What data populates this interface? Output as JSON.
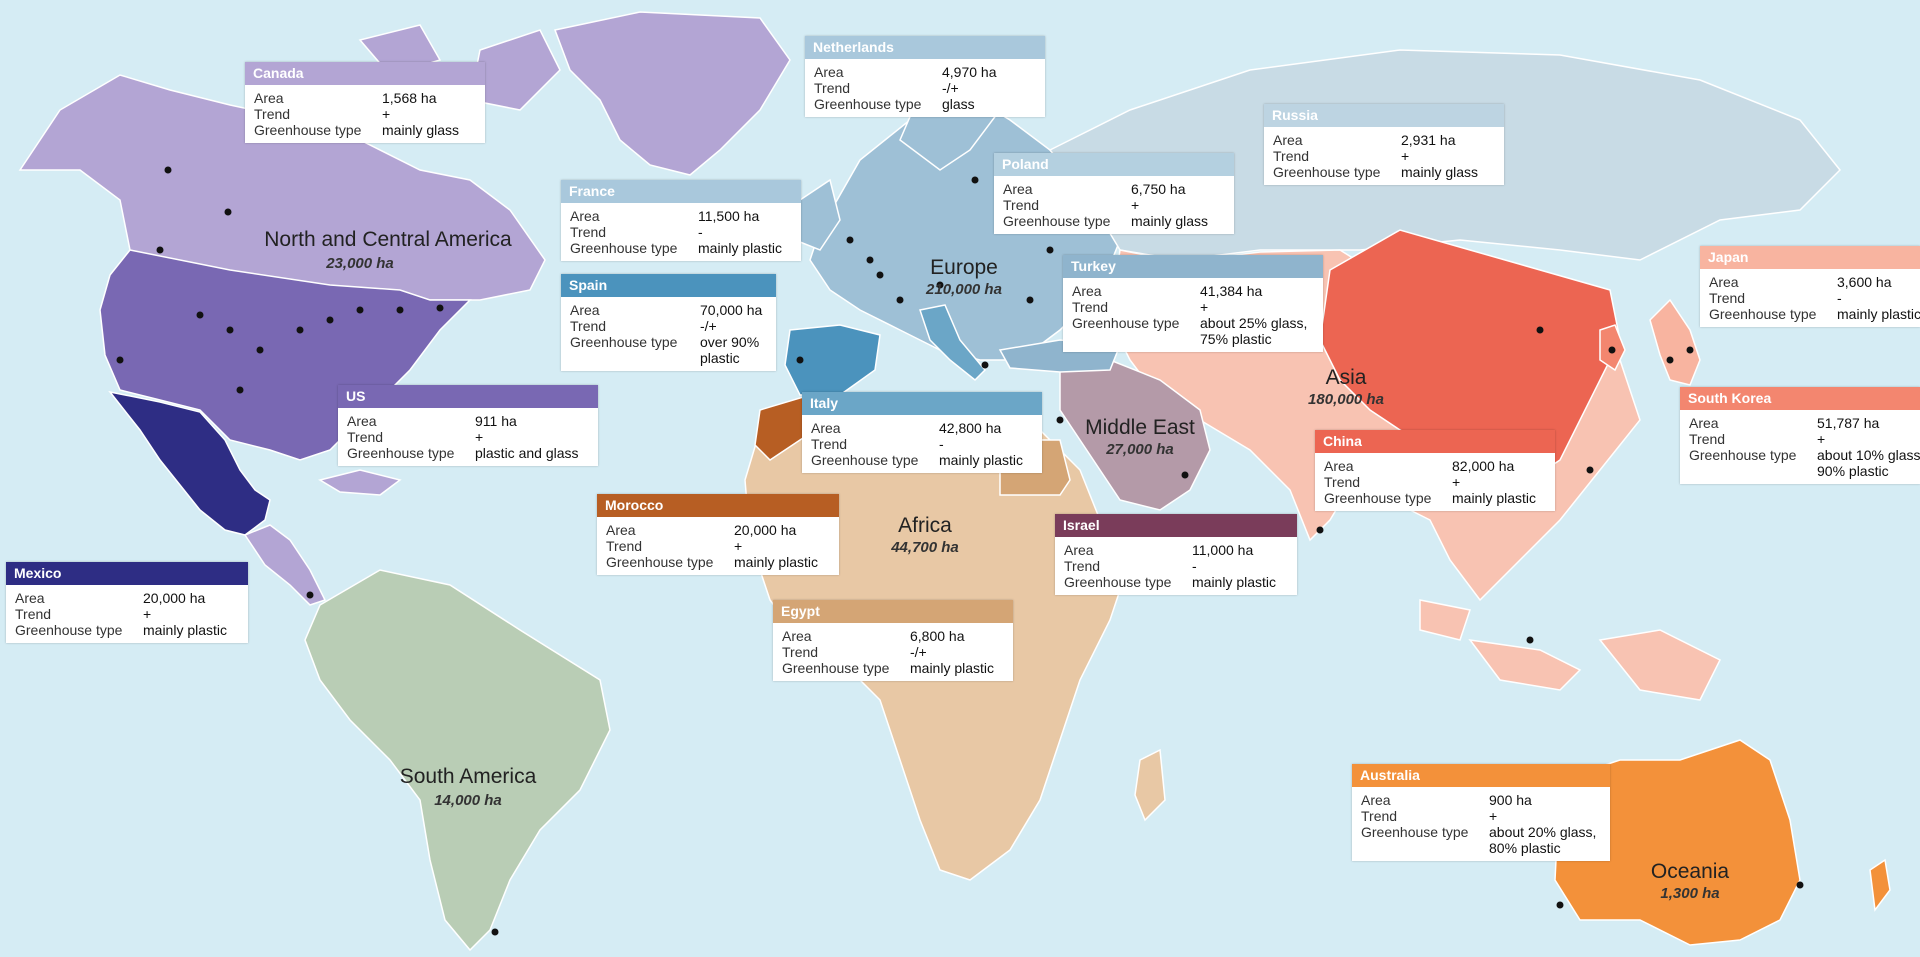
{
  "header_text": "",
  "colors": {
    "ocean": "#d5ecf4",
    "north_central_america": "#b3a5d4",
    "us": "#7968b3",
    "mexico": "#2e2d84",
    "south_america": "#b9cdb5",
    "europe": "#9ec0d6",
    "spain": "#4b93bd",
    "africa": "#e8c8a5",
    "morocco": "#b75e23",
    "egypt": "#d4a575",
    "middle_east": "#b49aa8",
    "turkey": "#8fb4cd",
    "asia": "#f8c3b2",
    "china": "#ec6552",
    "russia": "#c8dbe5",
    "oceania": "#f3913a"
  },
  "regions": [
    {
      "id": "north-central-america",
      "name": "North and Central America",
      "area": "23,000 ha"
    },
    {
      "id": "south-america",
      "name": "South America",
      "area": "14,000 ha"
    },
    {
      "id": "europe",
      "name": "Europe",
      "area": "210,000 ha"
    },
    {
      "id": "africa",
      "name": "Africa",
      "area": "44,700 ha"
    },
    {
      "id": "middle-east",
      "name": "Middle East",
      "area": "27,000 ha"
    },
    {
      "id": "asia",
      "name": "Asia",
      "area": "180,000 ha"
    },
    {
      "id": "oceania",
      "name": "Oceania",
      "area": "1,300 ha"
    }
  ],
  "labels": {
    "area": "Area",
    "trend": "Trend",
    "type": "Greenhouse type"
  },
  "countries": {
    "canada": {
      "name": "Canada",
      "area": "1,568 ha",
      "trend": "+",
      "type": "mainly glass",
      "color": "#b3a5d4"
    },
    "netherlands": {
      "name": "Netherlands",
      "area": "4,970 ha",
      "trend": "-/+",
      "type": "glass",
      "color": "#a9c8dc"
    },
    "russia": {
      "name": "Russia",
      "area": "2,931 ha",
      "trend": "+",
      "type": "mainly glass",
      "color": "#bdd4e2"
    },
    "france": {
      "name": "France",
      "area": "11,500 ha",
      "trend": "-",
      "type": "mainly plastic",
      "color": "#a9c8dc"
    },
    "poland": {
      "name": "Poland",
      "area": "6,750 ha",
      "trend": "+",
      "type": "mainly glass",
      "color": "#b4d0e0"
    },
    "spain": {
      "name": "Spain",
      "area": "70,000 ha",
      "trend": "-/+",
      "type": "over 90%",
      "type2": "plastic",
      "color": "#4b93bd"
    },
    "turkey": {
      "name": "Turkey",
      "area": "41,384 ha",
      "trend": "+",
      "type": "about 25% glass,",
      "type2": "75% plastic",
      "color": "#8fb4cd"
    },
    "japan": {
      "name": "Japan",
      "area": "3,600 ha",
      "trend": "-",
      "type": "mainly plastic",
      "color": "#f8b4a0"
    },
    "us": {
      "name": "US",
      "area": "911 ha",
      "trend": "+",
      "type": "plastic and glass",
      "color": "#7968b3"
    },
    "italy": {
      "name": "Italy",
      "area": "42,800 ha",
      "trend": "-",
      "type": "mainly plastic",
      "color": "#6ba6c7"
    },
    "south_korea": {
      "name": "South Korea",
      "area": "51,787 ha",
      "trend": "+",
      "type": "about 10% glass,",
      "type2": "90% plastic",
      "color": "#f3866f"
    },
    "china": {
      "name": "China",
      "area": "82,000 ha",
      "trend": "+",
      "type": "mainly plastic",
      "color": "#ec6552"
    },
    "morocco": {
      "name": "Morocco",
      "area": "20,000 ha",
      "trend": "+",
      "type": "mainly plastic",
      "color": "#b75e23"
    },
    "israel": {
      "name": "Israel",
      "area": "11,000 ha",
      "trend": "-",
      "type": "mainly plastic",
      "color": "#7a3c5a"
    },
    "mexico": {
      "name": "Mexico",
      "area": "20,000 ha",
      "trend": "+",
      "type": "mainly plastic",
      "color": "#2e2d84"
    },
    "egypt": {
      "name": "Egypt",
      "area": "6,800 ha",
      "trend": "-/+",
      "type": "mainly plastic",
      "color": "#d4a575"
    },
    "australia": {
      "name": "Australia",
      "area": "900 ha",
      "trend": "+",
      "type": "about 20% glass,",
      "type2": "80% plastic",
      "color": "#f3913a"
    }
  }
}
